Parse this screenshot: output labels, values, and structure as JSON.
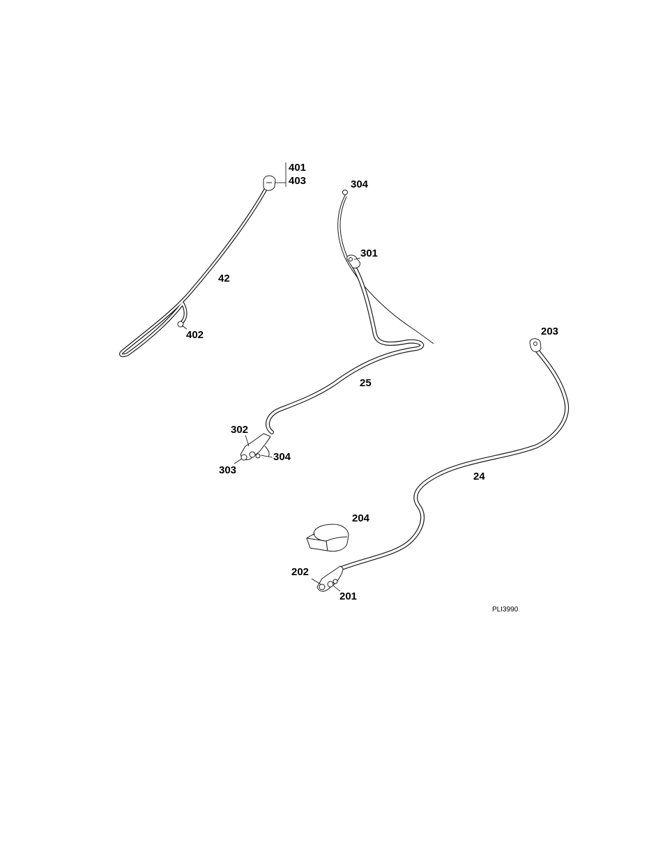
{
  "diagram": {
    "figure_id": "PLI3990",
    "callouts": {
      "c401": "401",
      "c403": "403",
      "c42": "42",
      "c402": "402",
      "c304_top": "304",
      "c301": "301",
      "c25": "25",
      "c302": "302",
      "c303": "303",
      "c304_bottom": "304",
      "c203": "203",
      "c24": "24",
      "c204": "204",
      "c202": "202",
      "c201": "201"
    }
  }
}
